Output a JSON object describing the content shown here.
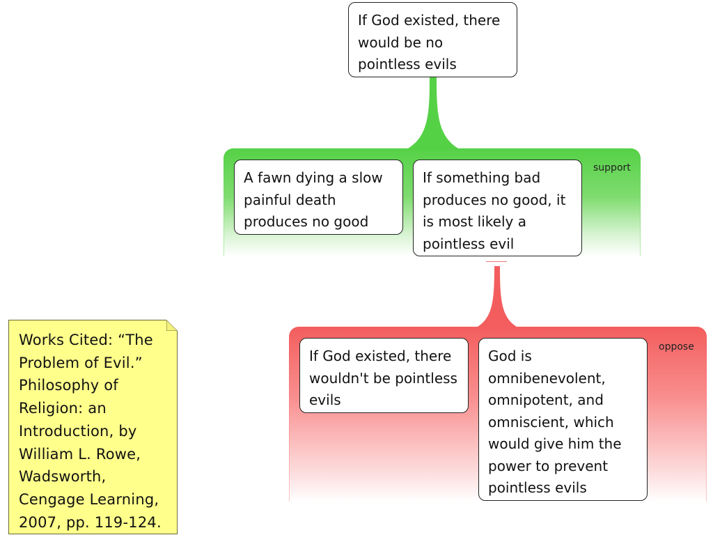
{
  "colors": {
    "support": "#55d146",
    "oppose": "#f35d5d",
    "note_background": "#ffff8c"
  },
  "contention": {
    "text": "If God existed, there would be no pointless evils"
  },
  "support_group": {
    "label": "support",
    "premises": [
      {
        "text": "A fawn dying a slow painful death produces no good"
      },
      {
        "text": "If something bad produces no good, it is most likely a pointless evil"
      }
    ]
  },
  "oppose_group": {
    "label": "oppose",
    "premises": [
      {
        "text": "If God existed, there wouldn't be pointless evils"
      },
      {
        "text": "God is omnibenevolent, omnipotent, and omniscient, which would give him the power to prevent pointless evils"
      }
    ]
  },
  "note": {
    "text": "Works Cited: “The Problem of Evil.” Philosophy of Religion: an Introduction, by William L. Rowe, Wadsworth, Cengage Learning, 2007, pp. 119-124."
  }
}
